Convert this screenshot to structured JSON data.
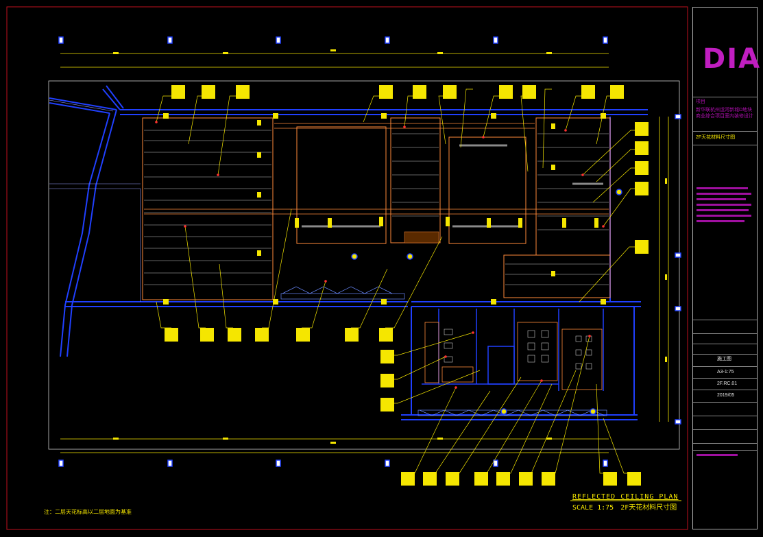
{
  "title_block": {
    "logo": "DIA",
    "project_label": "项目",
    "project_name": "新华联杭州运河新城D地块商业综合项目室内装修设计",
    "drawing_name": "2F天花材料尺寸图",
    "stage": "施工图",
    "scale": "A3-1:75",
    "drawing_no": "2F.RC.01",
    "date": "2019/05"
  },
  "plan": {
    "title": "REFLECTED CEILING PLAN",
    "scale": "SCALE 1:75",
    "name_cn": "2F天花材料尺寸图"
  },
  "note": "注：二层天花标高以二层地面为基准",
  "colors": {
    "frame": "#c0101e",
    "wall": "#2040ff",
    "partition": "#ff8a3a",
    "grid": "#c8c8c8",
    "tag": "#f5e600",
    "leader": "#f5e600",
    "accent": "#c01ec0"
  }
}
